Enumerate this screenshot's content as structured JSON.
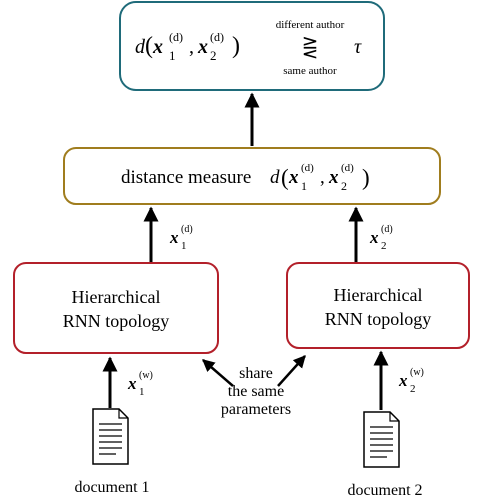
{
  "colors": {
    "decision_box": "#1f6b7a",
    "distance_box": "#a07d1e",
    "rnn_box": "#b3202a",
    "arrow": "#000000"
  },
  "decision": {
    "prefix": "d",
    "x_symbol": "x",
    "sub1": "1",
    "sub2": "2",
    "sup": "(d)",
    "upper_label": "different author",
    "lower_label": "same author",
    "relation": "⋛",
    "threshold": "τ"
  },
  "distance": {
    "label": "distance measure",
    "prefix": "d",
    "x_symbol": "x",
    "sub1": "1",
    "sub2": "2",
    "sup": "(d)"
  },
  "edges": {
    "left_up": {
      "x_symbol": "x",
      "sub": "1",
      "sup": "(d)"
    },
    "right_up": {
      "x_symbol": "x",
      "sub": "2",
      "sup": "(d)"
    },
    "left_in": {
      "x_symbol": "x",
      "sub": "1",
      "sup": "(w)"
    },
    "right_in": {
      "x_symbol": "x",
      "sub": "2",
      "sup": "(w)"
    }
  },
  "rnn_left": {
    "line1": "Hierarchical",
    "line2": "RNN topology"
  },
  "rnn_right": {
    "line1": "Hierarchical",
    "line2": "RNN topology"
  },
  "share": {
    "line1": "share",
    "line2": "the same",
    "line3": "parameters"
  },
  "documents": {
    "doc1": "document 1",
    "doc2": "document 2"
  }
}
